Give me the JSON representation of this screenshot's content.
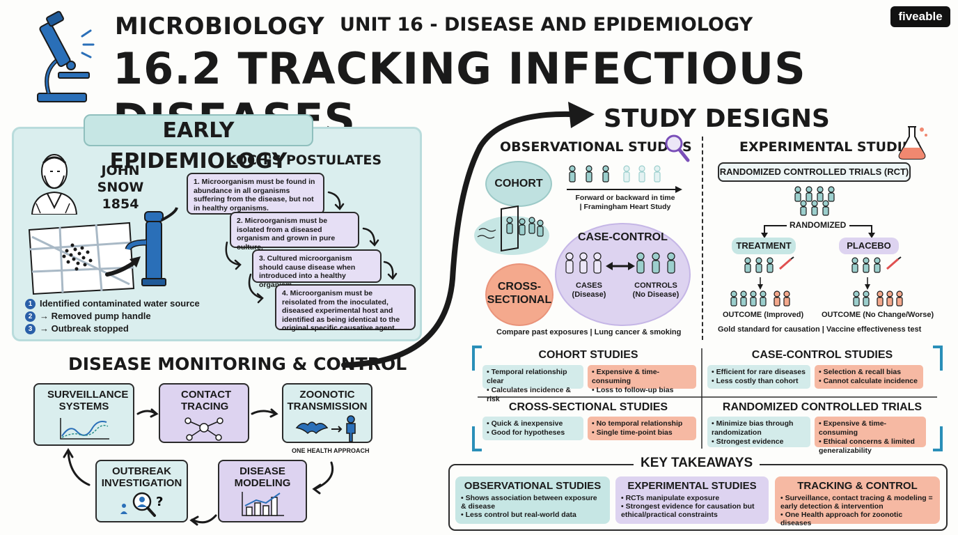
{
  "header": {
    "subject": "MICROBIOLOGY",
    "unit": "UNIT 16 - DISEASE AND EPIDEMIOLOGY",
    "title": "16.2 TRACKING INFECTIOUS DISEASES",
    "brand": "fiveable"
  },
  "early": {
    "heading": "EARLY EPIDEMIOLOGY",
    "snow_name": "JOHN SNOW",
    "snow_year": "1854",
    "steps": [
      {
        "n": "1",
        "text": "Identified contaminated water source"
      },
      {
        "n": "2",
        "text": "→ Removed pump handle"
      },
      {
        "n": "3",
        "text": "→ Outbreak stopped"
      }
    ],
    "koch_title": "KOCH'S POSTULATES",
    "koch": [
      "1. Microorganism must be found in abundance in all organisms suffering from the disease, but not in healthy organisms.",
      "2. Microorganism must be isolated from a diseased organism and grown in pure culture.",
      "3. Cultured microorganism should cause disease when introduced into a healthy organism.",
      "4. Microorganism must be reisolated from the inoculated, diseased experimental host and identified as being identical to the original specific causative agent."
    ]
  },
  "monitoring": {
    "title": "DISEASE MONITORING & CONTROL",
    "surveillance": "SURVEILLANCE SYSTEMS",
    "contact": "CONTACT TRACING",
    "zoonotic": "ZOONOTIC TRANSMISSION",
    "one_health": "ONE HEALTH APPROACH",
    "outbreak": "OUTBREAK INVESTIGATION",
    "modeling": "DISEASE MODELING"
  },
  "study": {
    "title": "STUDY DESIGNS",
    "observational": "OBSERVATIONAL STUDIES",
    "experimental": "EXPERIMENTAL STUDIES",
    "cohort": "COHORT",
    "cohort_desc_1": "Forward or backward in time",
    "cohort_desc_2": "| Framingham Heart Study",
    "case_control": "CASE-CONTROL",
    "cases": "CASES",
    "cases_sub": "(Disease)",
    "controls": "CONTROLS",
    "controls_sub": "(No Disease)",
    "cross_1": "CROSS-",
    "cross_2": "SECTIONAL",
    "obs_foot": "Compare past exposures | Lung cancer & smoking",
    "rct": "RANDOMIZED CONTROLLED TRIALS (RCT)",
    "randomized": "RANDOMIZED",
    "treatment": "TREATMENT",
    "placebo": "PLACEBO",
    "outcome_improved": "OUTCOME (Improved)",
    "outcome_nochange": "OUTCOME (No Change/Worse)",
    "exp_foot": "Gold standard for causation | Vaccine effectiveness test"
  },
  "grid": {
    "cohort": {
      "title": "COHORT STUDIES",
      "pros": [
        "Temporal relationship clear",
        "Calculates incidence & risk"
      ],
      "cons": [
        "Expensive & time-consuming",
        "Loss to follow-up bias"
      ]
    },
    "case_control": {
      "title": "CASE-CONTROL STUDIES",
      "pros": [
        "Efficient for rare diseases",
        "Less costly than cohort"
      ],
      "cons": [
        "Selection & recall bias",
        "Cannot calculate incidence"
      ]
    },
    "cross": {
      "title": "CROSS-SECTIONAL STUDIES",
      "pros": [
        "Quick & inexpensive",
        "Good for hypotheses"
      ],
      "cons": [
        "No temporal relationship",
        "Single time-point bias"
      ]
    },
    "rct": {
      "title": "RANDOMIZED CONTROLLED TRIALS",
      "pros": [
        "Minimize bias through randomization",
        "Strongest evidence"
      ],
      "cons": [
        "Expensive & time-consuming",
        "Ethical concerns & limited generalizability"
      ]
    }
  },
  "takeaways": {
    "title": "KEY TAKEAWAYS",
    "obs": {
      "head": "OBSERVATIONAL STUDIES",
      "lines": [
        "Shows association between exposure & disease",
        "Less control but real-world data"
      ]
    },
    "exp": {
      "head": "EXPERIMENTAL STUDIES",
      "lines": [
        "RCTs manipulate exposure",
        "Strongest evidence for causation but ethical/practical constraints"
      ]
    },
    "track": {
      "head": "TRACKING & CONTROL",
      "lines": [
        "Surveillance, contact tracing & modeling = early detection & intervention",
        "One Health approach for zoonotic diseases"
      ]
    }
  },
  "colors": {
    "teal": "#c6e6e4",
    "lavender": "#ddd3f0",
    "salmon": "#f6b9a3",
    "blue": "#2a5fa8"
  }
}
